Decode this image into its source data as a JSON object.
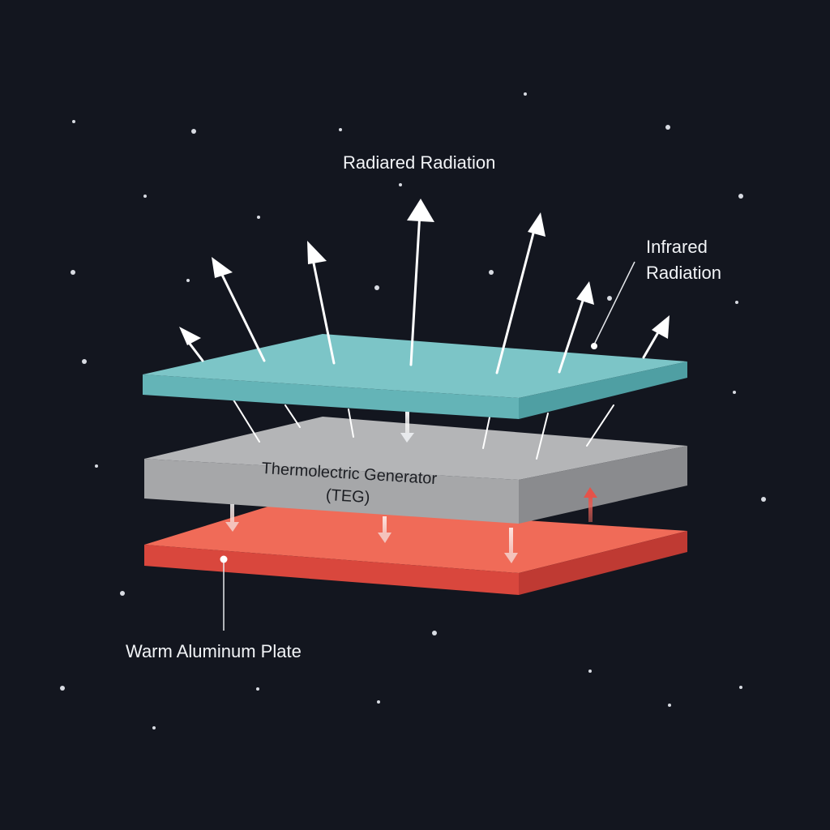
{
  "labels": {
    "radiated": "Radiared Radiation",
    "infrared_line1": "Infrared",
    "infrared_line2": "Radiation",
    "teg_line1": "Thermolectric Generator",
    "teg_line2": "(TEG)",
    "warm_plate": "Warm Aluminum Plate"
  },
  "colors": {
    "background": "#13161f",
    "radiator_plate": "#7cc4c6",
    "teg_block": "#a9aaac",
    "warm_plate": "#ee6452",
    "arrow": "#ffffff",
    "heat_arrow": "#e5534a",
    "text": "#f2f4f7"
  }
}
